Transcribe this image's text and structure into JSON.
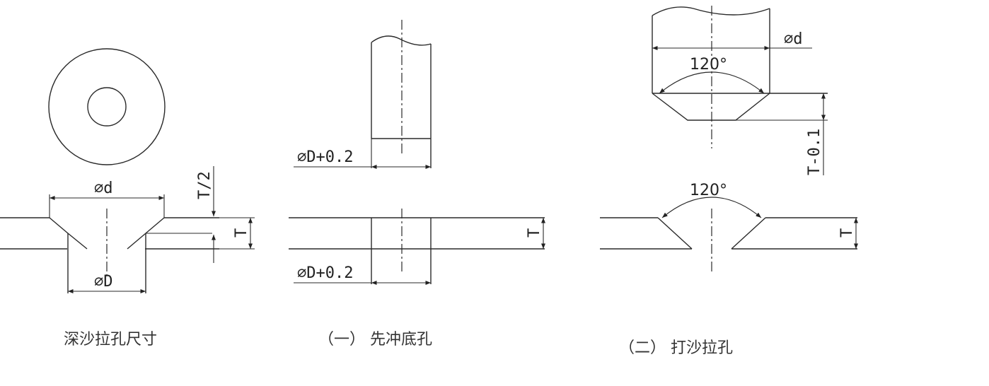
{
  "figure1": {
    "dim_d": "∅d",
    "dim_D": "∅D",
    "dim_T": "T",
    "dim_T_half": "T/2",
    "caption": "深沙拉孔尺寸"
  },
  "figure2": {
    "dim_top": "∅D+0.2",
    "dim_bottom": "∅D+0.2",
    "dim_T": "T",
    "caption": "（一） 先冲底孔"
  },
  "figure3": {
    "dim_d": "∅d",
    "angle_top": "120°",
    "dim_T_minus": "T-0.1",
    "angle_bottom": "120°",
    "dim_T": "T",
    "caption": "（二） 打沙拉孔"
  }
}
